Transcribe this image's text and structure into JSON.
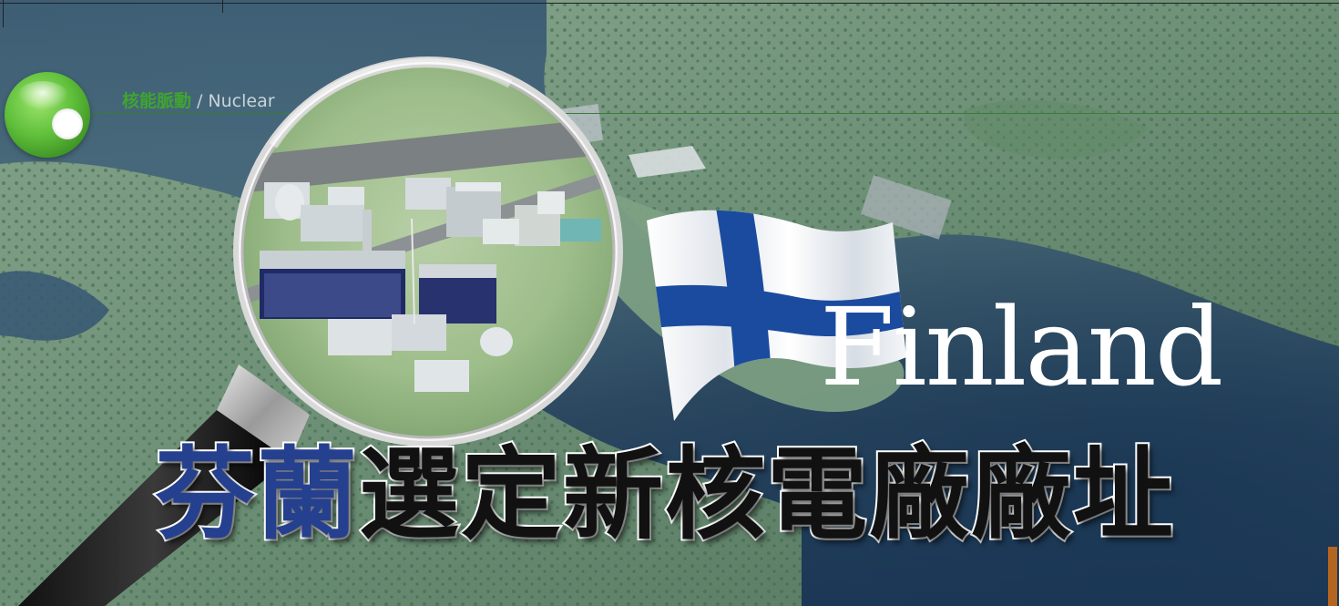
{
  "section": {
    "label_cn": "核能脈動",
    "separator": "/",
    "label_en": "Nuclear"
  },
  "hero": {
    "country_word": "Finland",
    "headline_blue": "芬蘭",
    "headline_black": "選定新核電廠廠址"
  },
  "icons": {
    "orb": "green-orb-icon",
    "magnifier": "magnifying-glass-icon",
    "flag": "finland-flag-icon"
  },
  "colors": {
    "section_green": "#3fa52f",
    "headline_blue": "#25408f",
    "flag_blue": "#1b4b9e",
    "accent_orange": "#b4651f"
  }
}
